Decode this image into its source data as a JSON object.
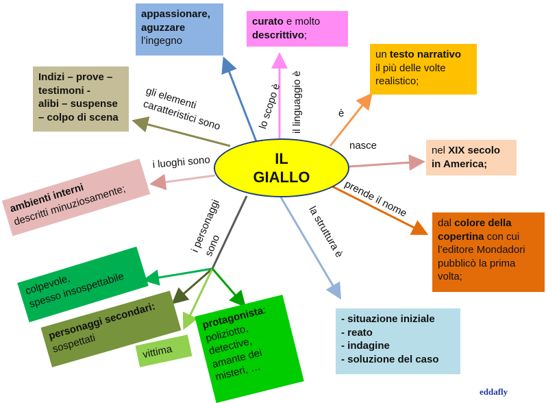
{
  "center": {
    "line1": "IL",
    "line2": "GIALLO",
    "color": "#ffff00"
  },
  "labels": {
    "scopo": "lo scopo è",
    "linguaggio": "il linguaggio è",
    "e": "è",
    "nasce": "nasce",
    "nome": "prende il nome",
    "struttura": "la struttura è",
    "personaggi1": "i personaggi",
    "personaggi2": "sono",
    "luoghi": "i luoghi sono",
    "elementi1": "gli elementi",
    "elementi2": "caratteristici sono"
  },
  "boxes": {
    "scopo": {
      "l1": "appassionare,",
      "l2": "aguzzare",
      "l3": "l’ingegno",
      "color": "#8db3e2"
    },
    "linguaggio": {
      "b1": "curato",
      "t1": " e molto",
      "b2": "descrittivo",
      "t2": ";",
      "color": "#ff8cf4"
    },
    "testo": {
      "t1": "un ",
      "b1": "testo narrativo",
      "l2": "il più delle volte",
      "l3": "realistico;",
      "color": "#ffc000"
    },
    "nasce": {
      "t1": "nel ",
      "b1": "XIX secolo",
      "b2": "in America;",
      "color": "#fbd5b5"
    },
    "nome": {
      "t1": "dal ",
      "b1": "colore della",
      "b2": "copertina",
      "t2": " con cui",
      "l3": "l’editore Mondadori",
      "l4": "pubblicò la prima",
      "l5": "volta;",
      "color": "#e36c09"
    },
    "struttura": {
      "items": [
        "- situazione iniziale",
        "- reato",
        "- indagine",
        "- soluzione del caso"
      ],
      "color": "#b7dde8"
    },
    "protagonista": {
      "b1": "protagonista",
      "t1": ":",
      "l2": "poliziotto,",
      "l3": "detective,",
      "l4": "amante dei",
      "l5": "misteri, …",
      "color": "#00cc00"
    },
    "vittima": {
      "text": "vittima",
      "color": "#92d050"
    },
    "secondari": {
      "b1": "personaggi secondari:",
      "l2": "sospettati",
      "color": "#77933c"
    },
    "colpevole": {
      "l1": "colpevole,",
      "l2": "spesso insospettabile",
      "color": "#00b050"
    },
    "ambienti": {
      "b1": "ambienti interni",
      "l2": "descritti minuziosamente;",
      "color": "#e6b9b8"
    },
    "indizi": {
      "l1": "Indizi – prove –",
      "l2": "testimoni -",
      "l3": "alibi – suspense",
      "l4": "– colpo di scena",
      "color": "#c4bd97"
    }
  },
  "signature": "eddafly"
}
